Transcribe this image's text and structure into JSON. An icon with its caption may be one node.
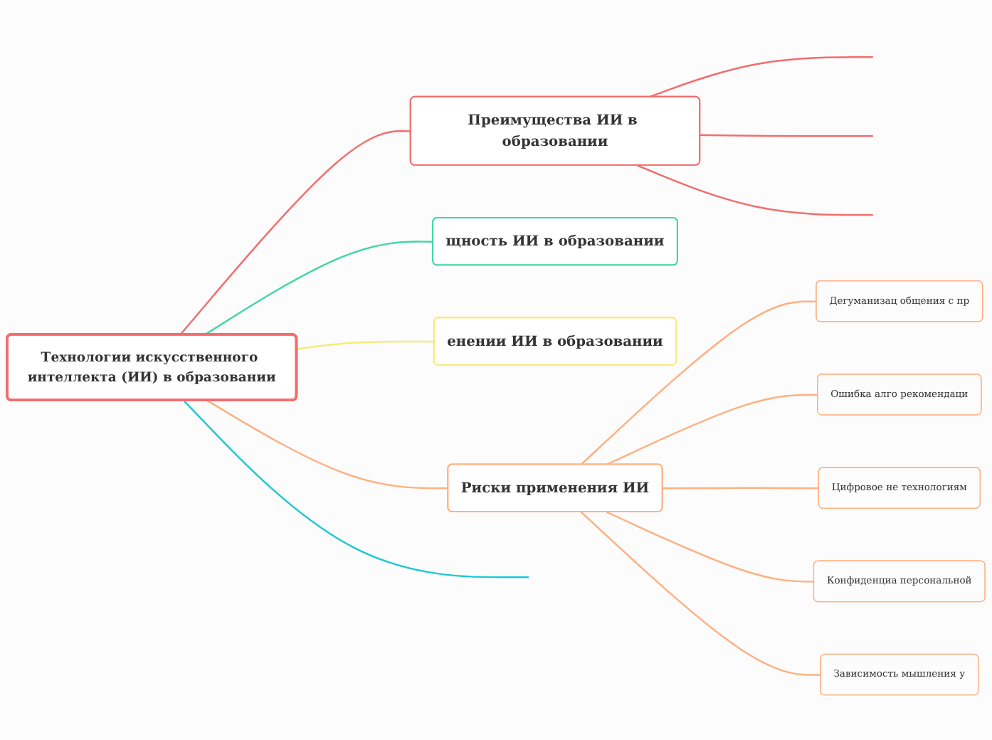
{
  "diagram": {
    "nodes": [
      {
        "text": [
          "Технологии искусственного интеллекта (ИИ) в образовании"
        ]
      },
      {
        "text": [
          "Преимущества ИИ в образовании"
        ]
      },
      {
        "text": [
          "щность ИИ в образовании"
        ]
      },
      {
        "text": [
          "енении ИИ в образовании"
        ]
      },
      {
        "text": [
          "Риски применения ИИ"
        ]
      },
      {
        "text": [
          "Дегуманизац общения с пр"
        ]
      },
      {
        "text": [
          "Ошибка алго рекомендаци"
        ]
      },
      {
        "text": [
          "Цифровое не технологиям"
        ]
      },
      {
        "text": [
          "Конфиденциа персональной"
        ]
      },
      {
        "text": [
          "Зависимость мышления у"
        ]
      }
    ],
    "edges": [
      {
        "from": 0,
        "to": null,
        "arrow": "none",
        "color": "#1ec8d4"
      },
      {
        "from": 0,
        "to": 1,
        "arrow": "none"
      },
      {
        "from": 1,
        "to": null,
        "arrow": "none"
      },
      {
        "from": 1,
        "to": null,
        "arrow": "none"
      },
      {
        "from": 1,
        "to": null,
        "arrow": "none"
      },
      {
        "from": 0,
        "to": 2,
        "arrow": "none",
        "color": "#3fd6a2"
      },
      {
        "from": 0,
        "to": 4,
        "arrow": "none",
        "color": "#ffb080"
      },
      {
        "from": 4,
        "to": 5,
        "arrow": "none",
        "color": "#ffb080"
      },
      {
        "from": 4,
        "to": 6,
        "arrow": "none",
        "color": "#ffb080"
      },
      {
        "from": 4,
        "to": 7,
        "arrow": "none",
        "color": "#ffb080"
      },
      {
        "from": 4,
        "to": 8,
        "arrow": "none",
        "color": "#ffb080"
      },
      {
        "from": 4,
        "to": 9,
        "arrow": "none",
        "color": "#ffb080"
      },
      {
        "from": 0,
        "to": 3,
        "arrow": "none",
        "color": "#f5ec7a"
      }
    ]
  }
}
